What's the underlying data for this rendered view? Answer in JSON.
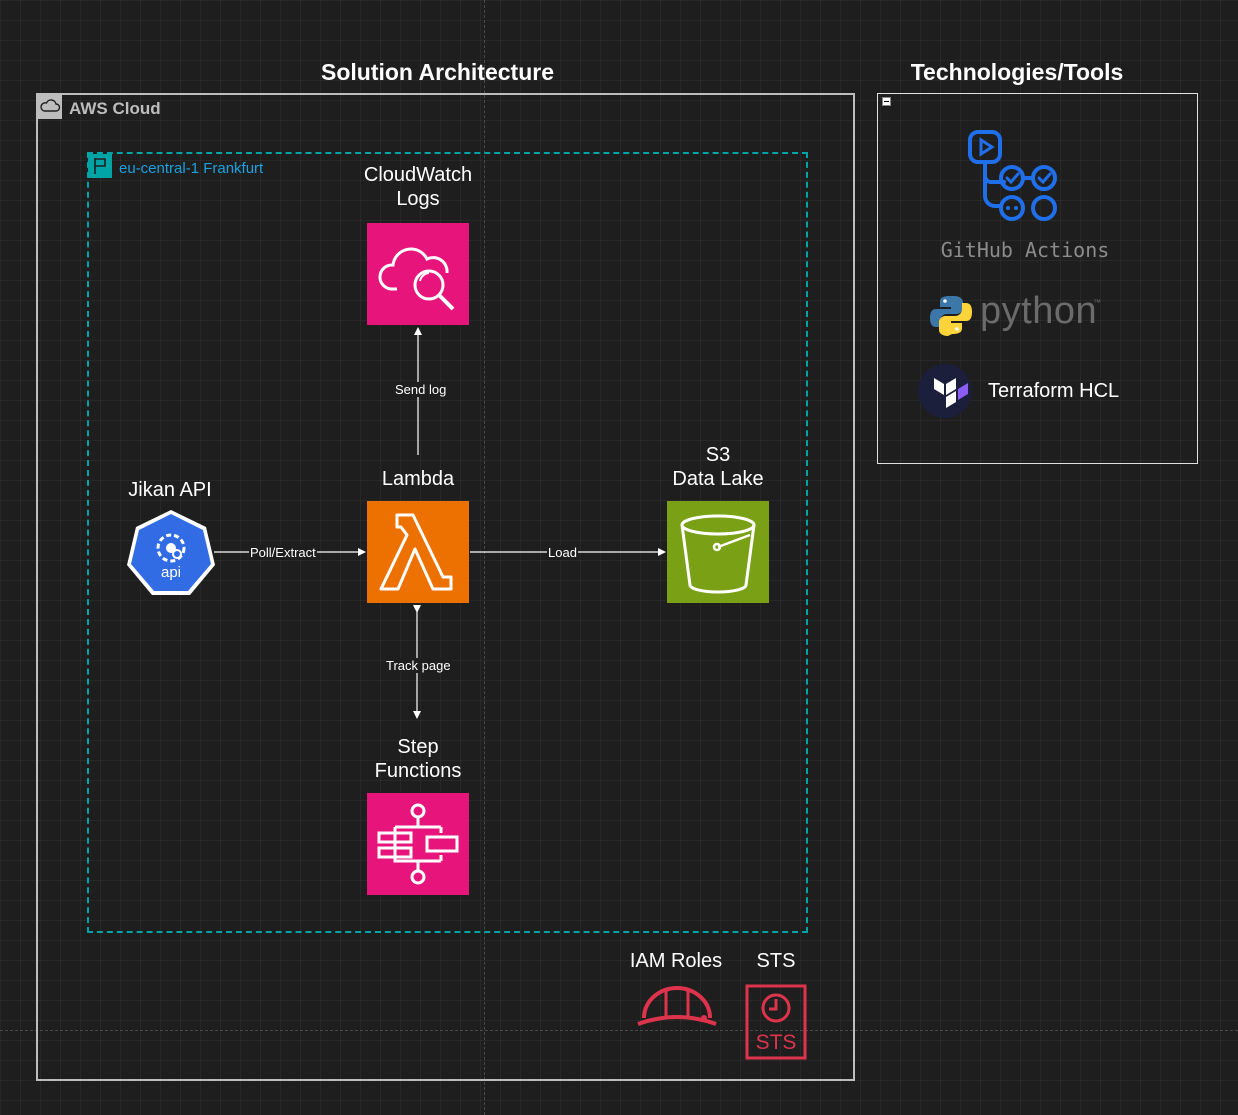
{
  "diagram": {
    "title": "Solution Architecture",
    "tools_title": "Technologies/Tools",
    "aws_cloud_label": "AWS Cloud",
    "region_label": "eu-central-1 Frankfurt",
    "nodes": {
      "jikan": "Jikan API",
      "jikan_icon_text": "api",
      "lambda": "Lambda",
      "cloudwatch_line1": "CloudWatch",
      "cloudwatch_line2": "Logs",
      "s3_line1": "S3",
      "s3_line2": "Data Lake",
      "stepfn_line1": "Step",
      "stepfn_line2": "Functions",
      "iam": "IAM Roles",
      "sts": "STS",
      "sts_icon_text": "STS"
    },
    "edges": {
      "poll": "Poll/Extract",
      "load": "Load",
      "send_log": "Send log",
      "track_page": "Track page"
    },
    "tools": {
      "github_actions": "GitHub Actions",
      "python": "python",
      "python_tm": "™",
      "terraform": "Terraform HCL"
    },
    "colors": {
      "background": "#1e1e1e",
      "lambda": "#ed7100",
      "s3": "#7aa116",
      "pink": "#e7157b",
      "region_border": "#00a4a6",
      "iam_red": "#dd344c",
      "github_blue": "#1f6feb"
    },
    "icons": [
      "cloud-icon",
      "flag-icon",
      "api-icon",
      "lambda-icon",
      "cloudwatch-icon",
      "s3-bucket-icon",
      "step-functions-icon",
      "iam-helmet-icon",
      "sts-icon",
      "github-actions-icon",
      "python-icon",
      "terraform-icon",
      "collapse-icon"
    ]
  }
}
